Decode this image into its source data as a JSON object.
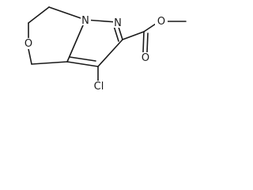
{
  "molecule": {
    "atoms": {
      "ring_oxygen": "O",
      "pyrazole_n1": "N",
      "pyrazole_n2": "N",
      "carbonyl_oxygen": "O",
      "ester_oxygen": "O",
      "chlorine": "Cl"
    }
  }
}
